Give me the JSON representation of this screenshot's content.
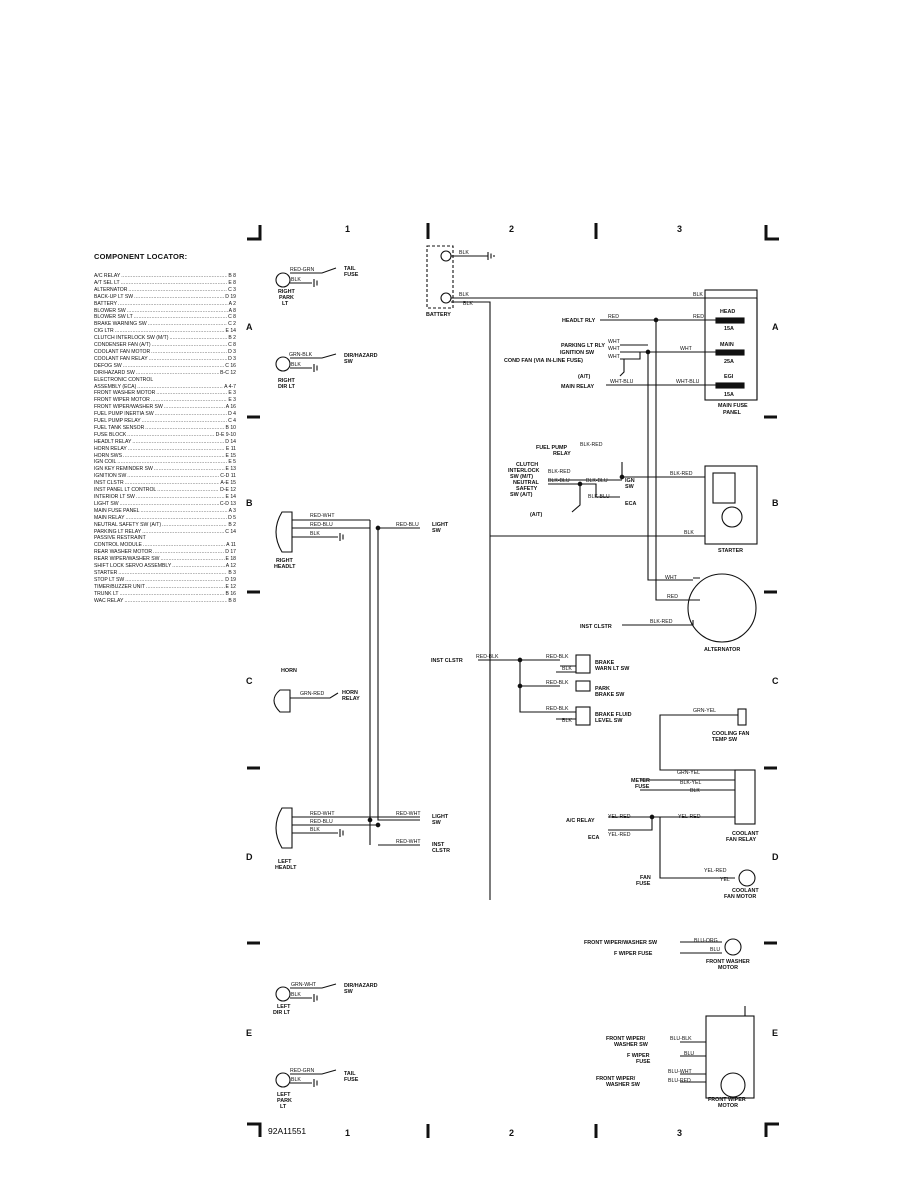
{
  "grid": {
    "columns": [
      "1",
      "2",
      "3"
    ],
    "rows": [
      "A",
      "B",
      "C",
      "D",
      "E"
    ]
  },
  "figure_id": "92A11551",
  "locator": {
    "title": "COMPONENT LOCATOR:",
    "items": [
      {
        "name": "A/C RELAY",
        "ref": "B 8"
      },
      {
        "name": "A/T SEL LT",
        "ref": "E 8"
      },
      {
        "name": "ALTERNATOR",
        "ref": "C 3"
      },
      {
        "name": "BACK-UP LT SW",
        "ref": "D 19"
      },
      {
        "name": "BATTERY",
        "ref": "A 2"
      },
      {
        "name": "BLOWER SW",
        "ref": "A 8"
      },
      {
        "name": "BLOWER SW LT",
        "ref": "C 8"
      },
      {
        "name": "BRAKE WARNING SW",
        "ref": "C 2"
      },
      {
        "name": "CIG LTR",
        "ref": "E 14"
      },
      {
        "name": "CLUTCH INTERLOCK SW (M/T)",
        "ref": "B 2"
      },
      {
        "name": "CONDENSER FAN (A/T)",
        "ref": "C 8"
      },
      {
        "name": "COOLANT FAN MOTOR",
        "ref": "D 3"
      },
      {
        "name": "COOLANT FAN RELAY",
        "ref": "D 3"
      },
      {
        "name": "DEFOG SW",
        "ref": "C 16"
      },
      {
        "name": "DIR/HAZARD SW",
        "ref": "B-C 12"
      },
      {
        "name": "ELECTRONIC CONTROL",
        "ref": ""
      },
      {
        "name": "  ASSEMBLY (ECA)",
        "ref": "A 4-7"
      },
      {
        "name": "FRONT WASHER MOTOR",
        "ref": "E 3"
      },
      {
        "name": "FRONT WIPER MOTOR",
        "ref": "E 3"
      },
      {
        "name": "FRONT WIPER/WASHER SW",
        "ref": "A 16"
      },
      {
        "name": "FUEL PUMP INERTIA SW",
        "ref": "D 4"
      },
      {
        "name": "FUEL PUMP RELAY",
        "ref": "C 4"
      },
      {
        "name": "FUEL TANK SENSOR",
        "ref": "B 10"
      },
      {
        "name": "FUSE BLOCK",
        "ref": "D-E 9-10"
      },
      {
        "name": "HEADLT RELAY",
        "ref": "D 14"
      },
      {
        "name": "HORN RELAY",
        "ref": "E 11"
      },
      {
        "name": "HORN SWS",
        "ref": "E 15"
      },
      {
        "name": "IGN COIL",
        "ref": "E 5"
      },
      {
        "name": "IGN KEY REMINDER SW",
        "ref": "E 13"
      },
      {
        "name": "IGNITION SW",
        "ref": "C-D 11"
      },
      {
        "name": "INST CLSTR",
        "ref": "A-E 15"
      },
      {
        "name": "INST PANEL LT CONTROL",
        "ref": "D-E 12"
      },
      {
        "name": "INTERIOR LT SW",
        "ref": "E 14"
      },
      {
        "name": "LIGHT SW",
        "ref": "C-D 13"
      },
      {
        "name": "MAIN FUSE PANEL",
        "ref": "A 3"
      },
      {
        "name": "MAIN RELAY",
        "ref": "D 5"
      },
      {
        "name": "NEUTRAL SAFETY SW (A/T)",
        "ref": "B 2"
      },
      {
        "name": "PARKING LT RELAY",
        "ref": "C 14"
      },
      {
        "name": "PASSIVE RESTRAINT",
        "ref": ""
      },
      {
        "name": "  CONTROL MODULE",
        "ref": "A 11"
      },
      {
        "name": "REAR WASHER MOTOR",
        "ref": "D 17"
      },
      {
        "name": "REAR WIPER/WASHER SW",
        "ref": "E 18"
      },
      {
        "name": "SHIFT LOCK SERVO ASSEMBLY",
        "ref": "A 12"
      },
      {
        "name": "STARTER",
        "ref": "B 3"
      },
      {
        "name": "STOP LT SW",
        "ref": "D 19"
      },
      {
        "name": "TIMER/BUZZER UNIT",
        "ref": "E 12"
      },
      {
        "name": "TRUNK LT",
        "ref": "B 16"
      },
      {
        "name": "WAC RELAY",
        "ref": "B 8"
      }
    ]
  },
  "components": {
    "battery": "BATTERY",
    "main_fuse_panel": [
      "MAIN FUSE",
      "PANEL"
    ],
    "fuse_head": [
      "HEAD",
      "15A"
    ],
    "fuse_main": [
      "MAIN",
      "25A"
    ],
    "fuse_egi": [
      "EGI",
      "15A"
    ],
    "starter": "STARTER",
    "alternator": "ALTERNATOR",
    "right_park_lt": [
      "RIGHT",
      "PARK",
      "LT"
    ],
    "right_dir_lt": [
      "RIGHT",
      "DIR LT"
    ],
    "right_headlt": [
      "RIGHT",
      "HEADLT"
    ],
    "horn": "HORN",
    "left_headlt": [
      "LEFT",
      "HEADLT"
    ],
    "left_dir_lt": [
      "LEFT",
      "DIR LT"
    ],
    "left_park_lt": [
      "LEFT",
      "PARK",
      "LT"
    ],
    "brake_warn_lt_sw": [
      "BRAKE",
      "WARN LT SW"
    ],
    "park_brake_sw": [
      "PARK",
      "BRAKE SW"
    ],
    "brake_fluid_level_sw": [
      "BRAKE FLUID",
      "LEVEL SW"
    ],
    "cooling_fan_temp_sw": [
      "COOLING FAN",
      "TEMP SW"
    ],
    "coolant_fan_relay": [
      "COOLANT",
      "FAN RELAY"
    ],
    "coolant_fan_motor": [
      "COOLANT",
      "FAN MOTOR"
    ],
    "front_washer_motor": [
      "FRONT WASHER",
      "MOTOR"
    ],
    "front_wiper_motor": [
      "FRONT WIPER",
      "MOTOR"
    ],
    "clutch_interlock": [
      "CLUTCH",
      "INTERLOCK",
      "SW (M/T)",
      "NEUTRAL",
      "SAFETY",
      "SW (A/T)"
    ]
  },
  "labels": {
    "tail_fuse": [
      "TAIL",
      "FUSE"
    ],
    "dir_hazard_sw": [
      "DIR/HAZARD",
      "SW"
    ],
    "light_sw": [
      "LIGHT",
      "SW"
    ],
    "horn_relay": [
      "HORN",
      "RELAY"
    ],
    "inst_clstr": [
      "INST",
      "CLSTR"
    ],
    "headlt_rly": "HEADLT RLY",
    "parking_lt_rly": "PARKING LT RLY",
    "ignition_sw": "IGNITION SW",
    "cond_fan": "COND FAN (VIA IN-LINE FUSE)",
    "at": "(A/T)",
    "main_relay": "MAIN RELAY",
    "fuel_pump_relay": [
      "FUEL PUMP",
      "RELAY"
    ],
    "ign_sw": [
      "IGN",
      "SW"
    ],
    "eca": "ECA",
    "inst_clstr_single": "INST CLSTR",
    "meter_fuse": [
      "METER",
      "FUSE"
    ],
    "ac_relay": "A/C RELAY",
    "fan_fuse": [
      "FAN",
      "FUSE"
    ],
    "front_wiper_washer_sw": "FRONT WIPER/WASHER SW",
    "f_wiper_fuse": "F WIPER FUSE",
    "front_wiper_washer_sw_2": [
      "FRONT WIPER/",
      "WASHER SW"
    ],
    "f_wiper_fuse_2": [
      "F WIPER",
      "FUSE"
    ]
  },
  "wires": {
    "red_grn": "RED-GRN",
    "grn_blk": "GRN-BLK",
    "blk": "BLK",
    "red_wht": "RED-WHT",
    "red_blu": "RED-BLU",
    "grn_red": "GRN-RED",
    "grn_wht": "GRN-WHT",
    "red": "RED",
    "wht": "WHT",
    "wht_blu": "WHT-BLU",
    "blk_red": "BLK-RED",
    "blk_blu": "BLK-BLU",
    "grn_yel": "GRN-YEL",
    "blk_yel": "BLK-YEL",
    "yel_red": "YEL-RED",
    "yel": "YEL",
    "blu_org": "BLU-ORG",
    "blu": "BLU",
    "blu_blk": "BLU-BLK",
    "blu_wht": "BLU-WHT",
    "blu_red": "BLU-RED"
  }
}
